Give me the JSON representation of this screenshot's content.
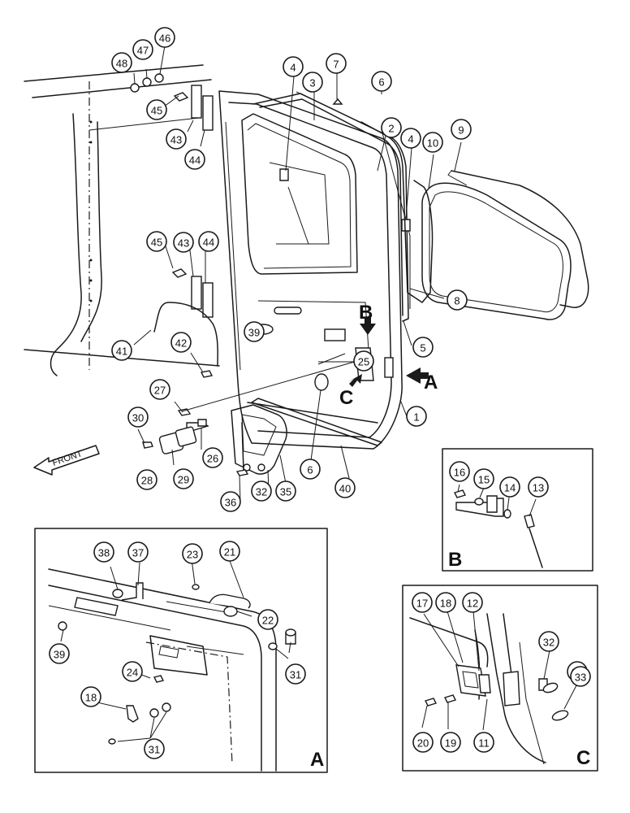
{
  "callouts": [
    "1",
    "2",
    "3",
    "4",
    "4",
    "5",
    "6",
    "6",
    "7",
    "8",
    "9",
    "10",
    "11",
    "12",
    "13",
    "14",
    "15",
    "16",
    "17",
    "18",
    "18",
    "19",
    "20",
    "21",
    "22",
    "23",
    "24",
    "25",
    "26",
    "27",
    "28",
    "29",
    "30",
    "31",
    "31",
    "31",
    "32",
    "32",
    "33",
    "35",
    "36",
    "37",
    "38",
    "39",
    "39",
    "40",
    "41",
    "42",
    "43",
    "43",
    "44",
    "44",
    "45",
    "45",
    "46",
    "47",
    "48"
  ],
  "view_labels": {
    "a_arrow": "A",
    "b_arrow": "B",
    "c_arrow": "C",
    "detail_a": "A",
    "detail_b": "B",
    "detail_c": "C"
  },
  "front_label": "FRONT"
}
